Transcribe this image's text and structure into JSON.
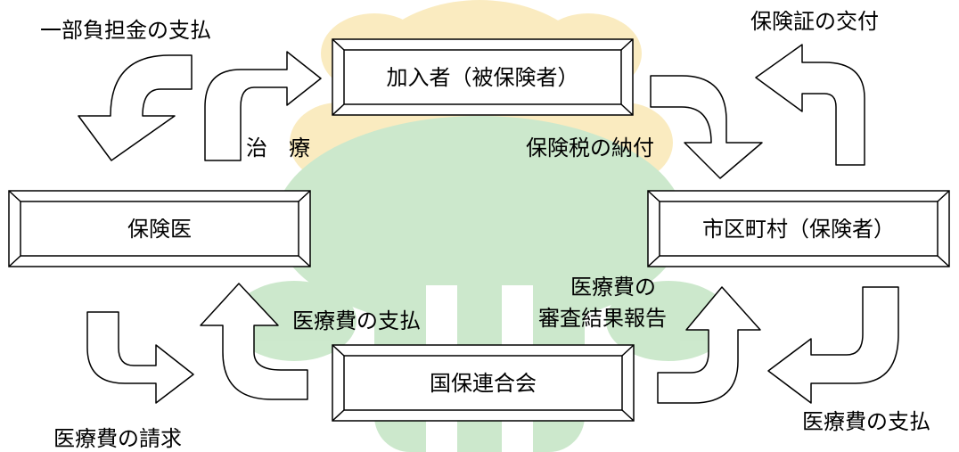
{
  "colors": {
    "watermark_yellow": "#f6dc8e",
    "watermark_green": "#a4d7a4",
    "stroke": "#000000"
  },
  "boxes": {
    "member": "加入者（被保険者）",
    "doctor": "保険医",
    "municipality": "市区町村（保険者）",
    "federation": "国保連合会"
  },
  "labels": {
    "copay": "一部負担金の支払",
    "card_issue": "保険証の交付",
    "treatment": "治　療",
    "tax_payment": "保険税の納付",
    "fed_payment": "医療費の支払",
    "review_line1": "医療費の",
    "review_line2": "審査結果報告",
    "claim": "医療費の請求",
    "muni_payment": "医療費の支払"
  }
}
